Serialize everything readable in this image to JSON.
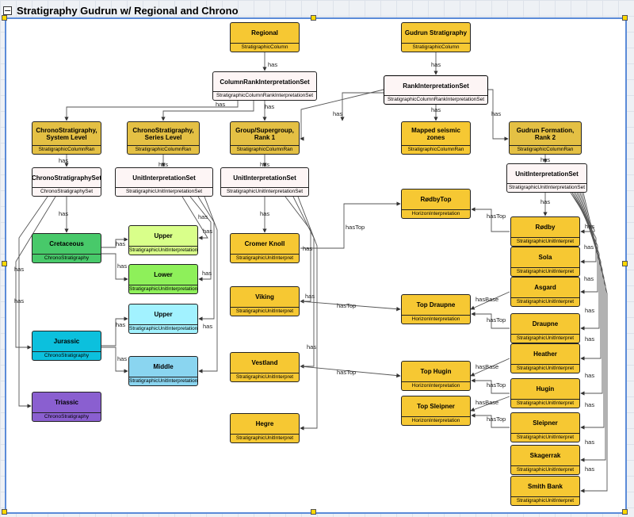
{
  "diagram": {
    "title": "Stratigraphy Gudrun w/ Regional and Chrono",
    "collapse_glyph": "−"
  },
  "nodes": [
    {
      "id": "regional",
      "name": "Regional",
      "type": "StratigraphicColumn",
      "cls": "y"
    },
    {
      "id": "gudrun-strat",
      "name": "Gudrun Stratigraphy",
      "type": "StratigraphicColumn",
      "cls": "y"
    },
    {
      "id": "colrankset",
      "name": "ColumnRankInterpretationSet",
      "type": "StratigraphicColumnRankInterpretationSet",
      "cls": "pk"
    },
    {
      "id": "rankset",
      "name": "RankInterpretationSet",
      "type": "StratigraphicColumnRankInterpretationSet",
      "cls": "pk"
    },
    {
      "id": "chrono-system",
      "name": "ChronoStratigraphy, System Level",
      "type": "StratigraphicColumnRan",
      "cls": "yd"
    },
    {
      "id": "chrono-series",
      "name": "ChronoStratigraphy, Series Level",
      "type": "StratigraphicColumnRan",
      "cls": "yd"
    },
    {
      "id": "group-super",
      "name": "Group/Supergroup, Rank 1",
      "type": "StratigraphicColumnRan",
      "cls": "yd"
    },
    {
      "id": "mapped-seismic",
      "name": "Mapped seismic zones",
      "type": "StratigraphicColumnRan",
      "cls": "y"
    },
    {
      "id": "gudrun-formation",
      "name": "Gudrun Formation, Rank 2",
      "type": "StratigraphicColumnRan",
      "cls": "yd"
    },
    {
      "id": "chronoset",
      "name": "ChronoStratigraphySet",
      "type": "ChronoStratigraphySet",
      "cls": "pk"
    },
    {
      "id": "unitset-series",
      "name": "UnitInterpretationSet",
      "type": "StratigraphicUnitInterpretationSet",
      "cls": "pk"
    },
    {
      "id": "unitset-group",
      "name": "UnitInterpretationSet",
      "type": "StratigraphicUnitInterpretationSet",
      "cls": "pk"
    },
    {
      "id": "unitset-gudrun",
      "name": "UnitInterpretationSet",
      "type": "StratigraphicUnitInterpretationSet",
      "cls": "pk"
    },
    {
      "id": "cretaceous",
      "name": "Cretaceous",
      "type": "ChronoStratigraphy",
      "cls": "gr"
    },
    {
      "id": "jurassic",
      "name": "Jurassic",
      "type": "ChronoStratigraphy",
      "cls": "jc"
    },
    {
      "id": "triassic",
      "name": "Triassic",
      "type": "ChronoStratigraphy",
      "cls": "pu"
    },
    {
      "id": "upper-1",
      "name": "Upper",
      "type": "StratigraphicUnitInterpretation",
      "cls": "lg"
    },
    {
      "id": "lower",
      "name": "Lower",
      "type": "StratigraphicUnitInterpretation",
      "cls": "mg"
    },
    {
      "id": "upper-2",
      "name": "Upper",
      "type": "StratigraphicUnitInterpretation",
      "cls": "cy"
    },
    {
      "id": "middle",
      "name": "Middle",
      "type": "StratigraphicUnitInterpretation",
      "cls": "lb"
    },
    {
      "id": "cromer-knoll",
      "name": "Cromer Knoll",
      "type": "StratigraphicUnitInterpret",
      "cls": "y"
    },
    {
      "id": "viking",
      "name": "Viking",
      "type": "StratigraphicUnitInterpret",
      "cls": "y"
    },
    {
      "id": "vestland",
      "name": "Vestland",
      "type": "StratigraphicUnitInterpret",
      "cls": "y"
    },
    {
      "id": "hegre",
      "name": "Hegre",
      "type": "StratigraphicUnitInterpret",
      "cls": "y"
    },
    {
      "id": "rodbytop",
      "name": "RødbyTop",
      "type": "HorizonInterpretation",
      "cls": "y"
    },
    {
      "id": "top-draupne",
      "name": "Top Draupne",
      "type": "HorizonInterpretation",
      "cls": "y"
    },
    {
      "id": "top-hugin",
      "name": "Top Hugin",
      "type": "HorizonInterpretation",
      "cls": "y"
    },
    {
      "id": "top-sleipner",
      "name": "Top Sleipner",
      "type": "HorizonInterpretation",
      "cls": "y"
    },
    {
      "id": "rodby",
      "name": "Rødby",
      "type": "StratigraphicUnitInterpret",
      "cls": "y"
    },
    {
      "id": "sola",
      "name": "Sola",
      "type": "StratigraphicUnitInterpret",
      "cls": "y"
    },
    {
      "id": "asgard",
      "name": "Asgard",
      "type": "StratigraphicUnitInterpret",
      "cls": "y"
    },
    {
      "id": "draupne",
      "name": "Draupne",
      "type": "StratigraphicUnitInterpret",
      "cls": "y"
    },
    {
      "id": "heather",
      "name": "Heather",
      "type": "StratigraphicUnitInterpret",
      "cls": "y"
    },
    {
      "id": "hugin",
      "name": "Hugin",
      "type": "StratigraphicUnitInterpret",
      "cls": "y"
    },
    {
      "id": "sleipner",
      "name": "Sleipner",
      "type": "StratigraphicUnitInterpret",
      "cls": "y"
    },
    {
      "id": "skagerrak",
      "name": "Skagerrak",
      "type": "StratigraphicUnitInterpret",
      "cls": "y"
    },
    {
      "id": "smith-bank",
      "name": "Smith Bank",
      "type": "StratigraphicUnitInterpret",
      "cls": "y"
    }
  ],
  "edge_labels": {
    "has": "has",
    "hasTop": "hasTop",
    "hasBase": "hasBase"
  }
}
